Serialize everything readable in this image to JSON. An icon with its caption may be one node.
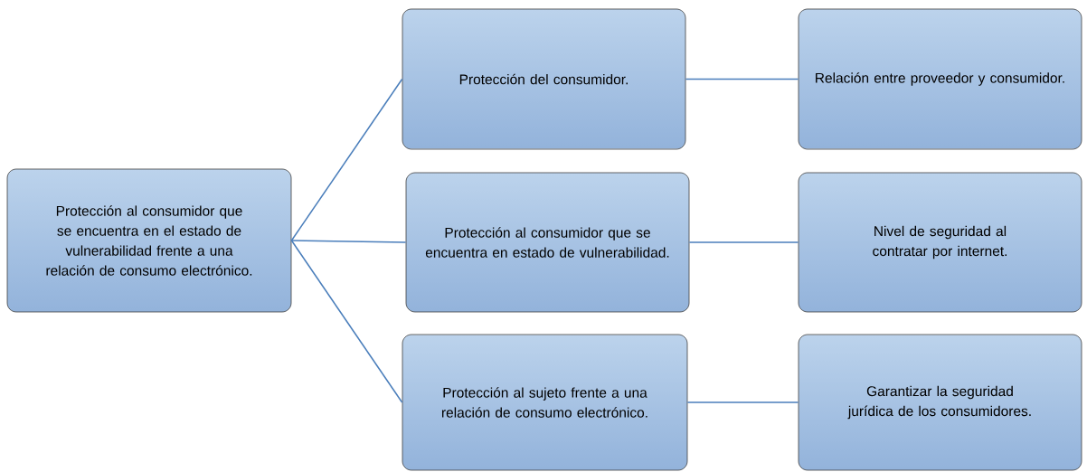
{
  "diagram": {
    "nodes": [
      {
        "text": [
          "Protección al consumidor que se encuentra en el estado de vulnerabilidad frente a una relación de consumo electrónico."
        ]
      },
      {
        "text": [
          "Protección del consumidor."
        ]
      },
      {
        "text": [
          "Protección al consumidor que se encuentra en estado de vulnerabilidad."
        ]
      },
      {
        "text": [
          "Protección al sujeto frente a una relación de consumo electrónico."
        ]
      },
      {
        "text": [
          "Relación entre proveedor y consumidor."
        ]
      },
      {
        "text": [
          "Nivel de seguridad al contratar por internet."
        ]
      },
      {
        "text": [
          "Garantizar la seguridad jurídica de los consumidores."
        ]
      }
    ],
    "edges": [
      {
        "from": 0,
        "to": 1,
        "arrow": "none"
      },
      {
        "from": 0,
        "to": 2,
        "arrow": "none"
      },
      {
        "from": 0,
        "to": 3,
        "arrow": "none"
      },
      {
        "from": 1,
        "to": 4,
        "arrow": "none"
      },
      {
        "from": 2,
        "to": 5,
        "arrow": "none"
      },
      {
        "from": 3,
        "to": 6,
        "arrow": "none"
      }
    ]
  }
}
